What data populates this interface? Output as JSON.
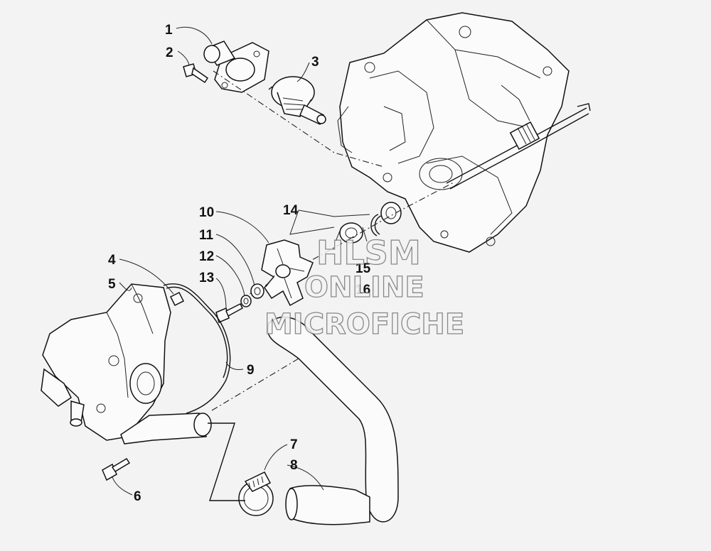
{
  "callouts": {
    "c1": "1",
    "c2": "2",
    "c3": "3",
    "c4": "4",
    "c5": "5",
    "c6": "6",
    "c7": "7",
    "c8": "8",
    "c9": "9",
    "c10": "10",
    "c11": "11",
    "c12": "12",
    "c13": "13",
    "c14": "14",
    "c15": "15",
    "c16": "16"
  },
  "watermark": {
    "line1": "HLSM",
    "line2": "ONLINE",
    "line3": "MICROFICHE"
  },
  "colors": {
    "background": "#f3f3f3",
    "ink": "#111111",
    "watermark_outline": "#777777"
  }
}
